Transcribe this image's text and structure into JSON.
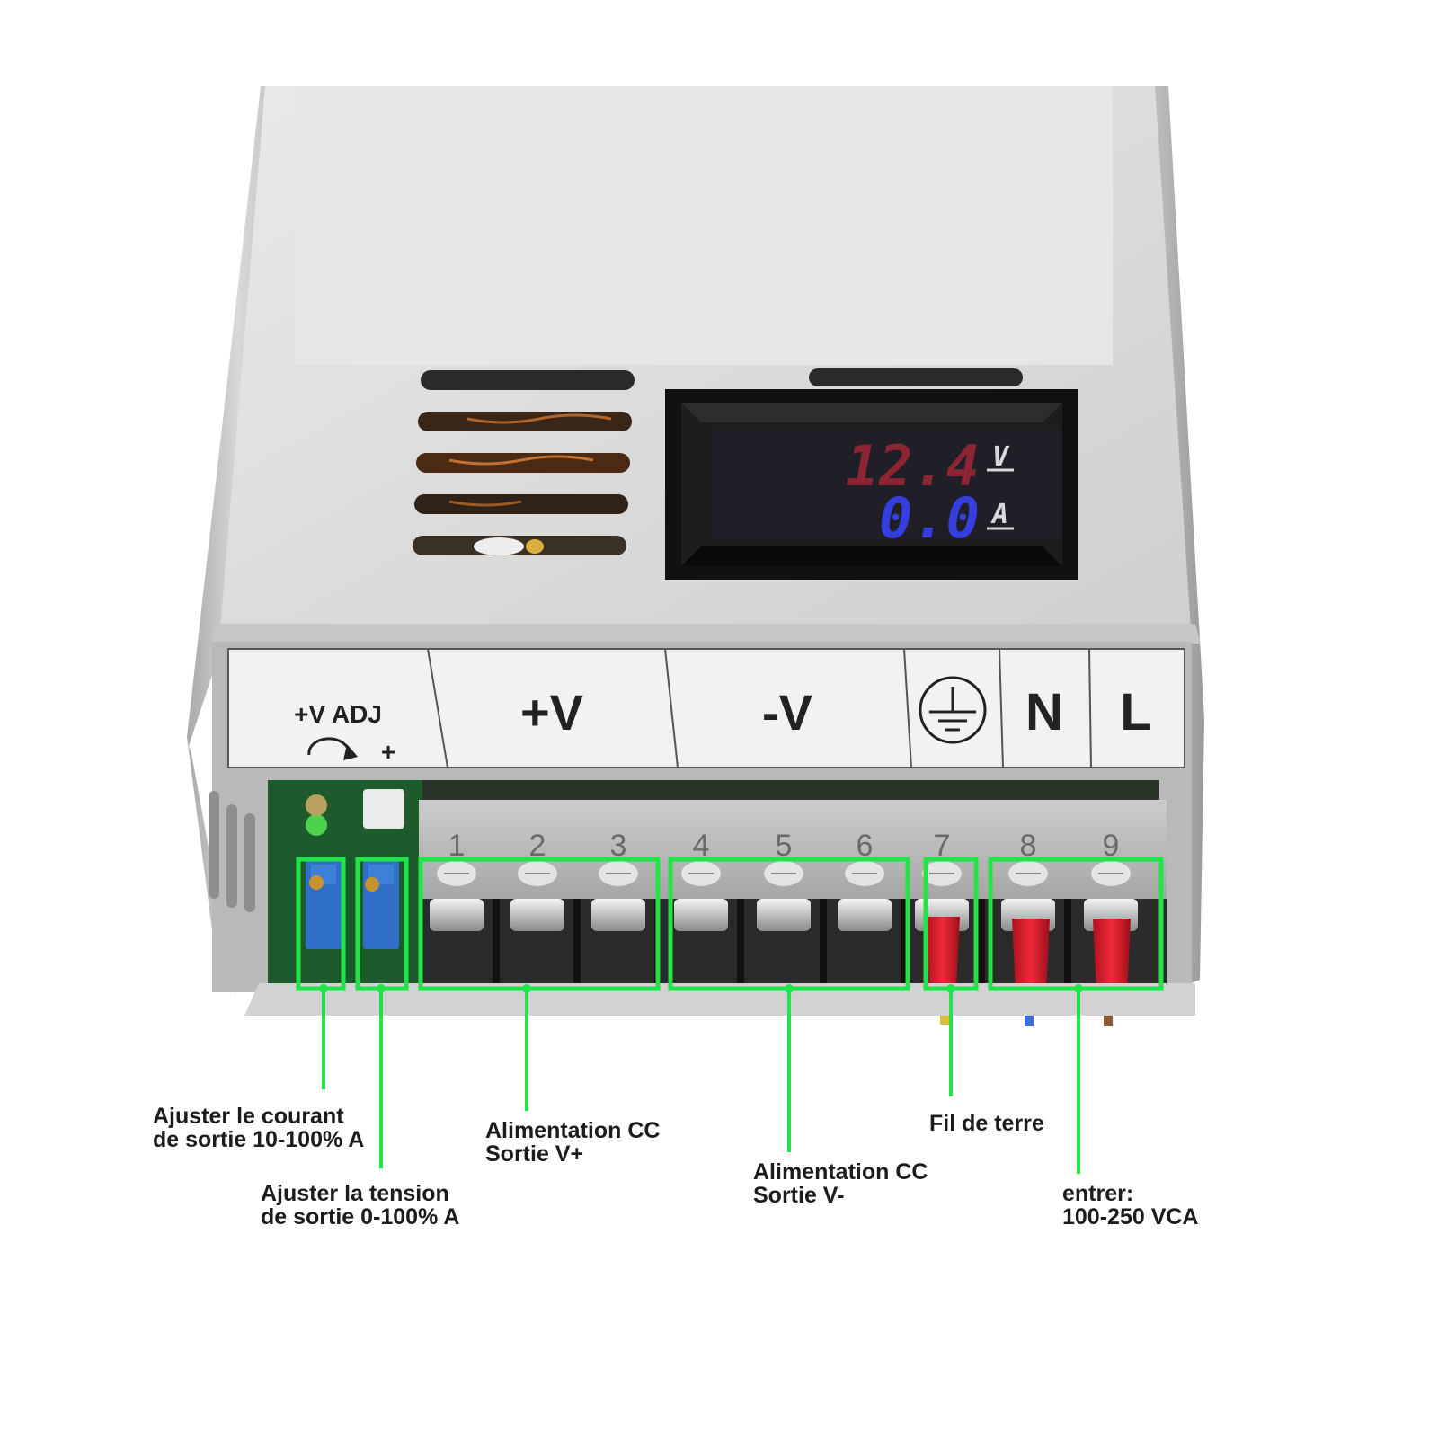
{
  "display": {
    "voltage_value": "12.4",
    "voltage_unit": "V",
    "current_value": "0.0",
    "current_unit": "A",
    "voltage_color": "#e8283c",
    "current_color": "#3a45ff"
  },
  "label_strip": {
    "adj": "+V ADJ",
    "adj_plus": "+",
    "plus_v": "+V",
    "minus_v": "-V",
    "ground_icon": "earth-ground-icon",
    "n": "N",
    "l": "L"
  },
  "terminals": [
    "1",
    "2",
    "3",
    "4",
    "5",
    "6",
    "7",
    "8",
    "9"
  ],
  "highlight_color": "#22e44a",
  "callouts": [
    {
      "id": "current-adjust",
      "lines": [
        "Ajuster le courant",
        "de sortie 10-100% A"
      ]
    },
    {
      "id": "voltage-adjust",
      "lines": [
        "Ajuster la tension",
        "de sortie 0-100% A"
      ]
    },
    {
      "id": "dc-output-plus",
      "lines": [
        "Alimentation CC",
        "Sortie V+"
      ]
    },
    {
      "id": "dc-output-minus",
      "lines": [
        "Alimentation CC",
        "Sortie V-"
      ]
    },
    {
      "id": "ground-wire",
      "lines": [
        "Fil de terre"
      ]
    },
    {
      "id": "ac-input",
      "lines": [
        "entrer:",
        "100-250 VCA"
      ]
    }
  ]
}
